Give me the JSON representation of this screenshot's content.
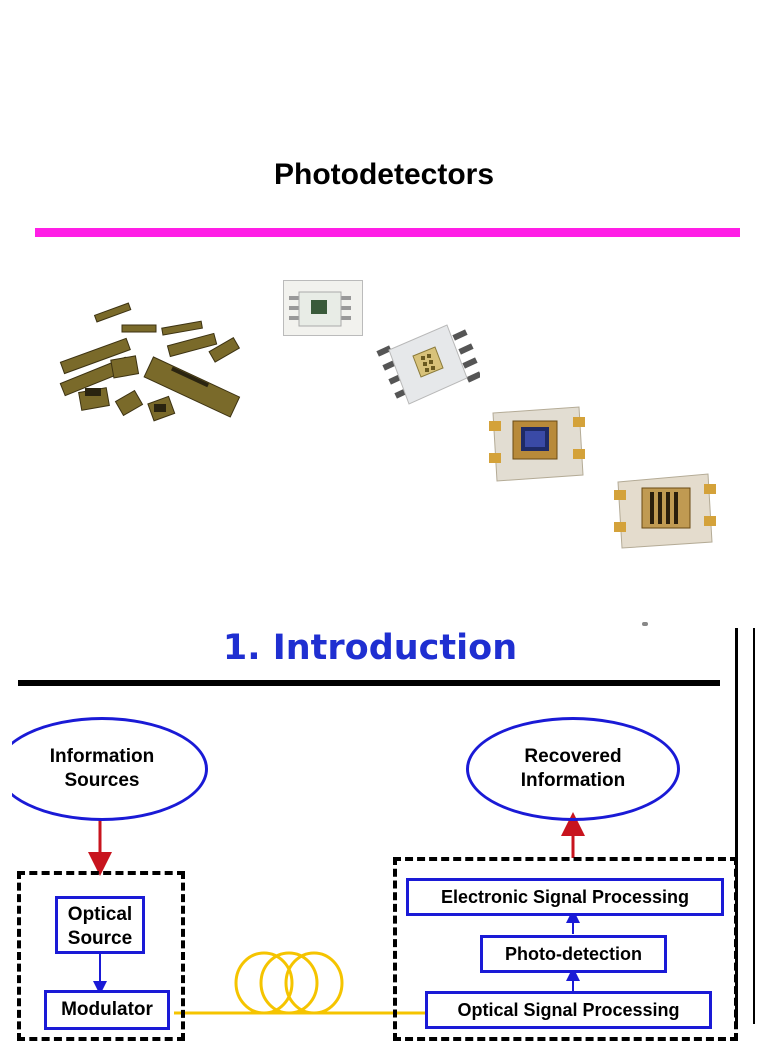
{
  "page": {
    "title": "Photodetectors",
    "accent_color": "#ff1ee6"
  },
  "slide": {
    "heading": "1. Introduction",
    "heading_color": "#1f2fd1",
    "nodes": {
      "info_sources": "Information\nSources",
      "recovered_info": "Recovered\nInformation",
      "optical_source": "Optical\nSource",
      "modulator": "Modulator",
      "electronic_processing": "Electronic Signal Processing",
      "photo_detection": "Photo-detection",
      "optical_processing": "Optical Signal Processing"
    },
    "colors": {
      "box_border": "#1a1ad6",
      "arrow_red": "#c8141e",
      "fiber": "#f5c400"
    }
  },
  "images": {
    "photo_1": "photodetector-arrays-image",
    "photo_2": "small-sensor-chip-image",
    "photo_3": "eight-pin-sensor-image",
    "photo_4": "single-element-sensor-image",
    "photo_5": "multi-element-sensor-image"
  }
}
